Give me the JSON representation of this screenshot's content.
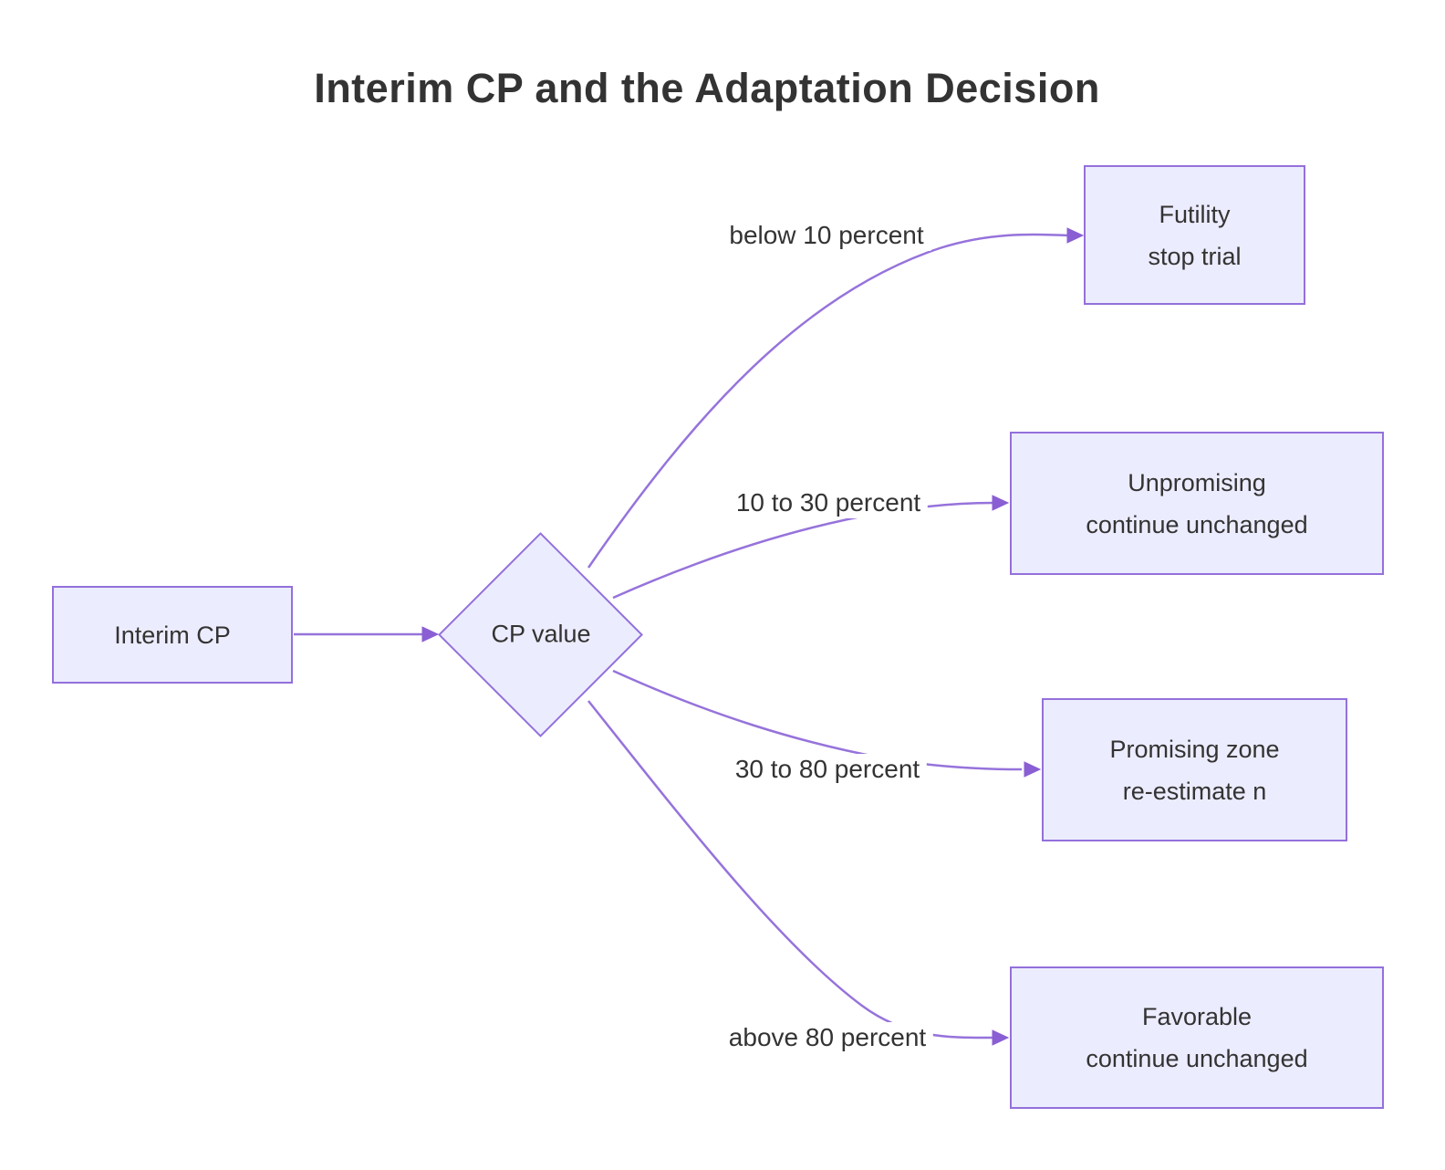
{
  "title": "Interim CP and the Adaptation Decision",
  "colors": {
    "node_fill": "#ECECFF",
    "node_border": "#9370DB",
    "edge_line": "#9673DB",
    "arrow_fill": "#8A5FD3",
    "text": "#333333",
    "label_bg": "#FFFFFF"
  },
  "nodes": {
    "interim": {
      "label": "Interim CP"
    },
    "decision": {
      "label": "CP value"
    },
    "futility": {
      "line1": "Futility",
      "line2": "stop trial"
    },
    "unpromising": {
      "line1": "Unpromising",
      "line2": "continue unchanged"
    },
    "promising": {
      "line1": "Promising zone",
      "line2": "re-estimate n"
    },
    "favorable": {
      "line1": "Favorable",
      "line2": "continue unchanged"
    }
  },
  "edges": {
    "to_futility": {
      "label": "below 10 percent"
    },
    "to_unpromising": {
      "label": "10 to 30 percent"
    },
    "to_promising": {
      "label": "30 to 80 percent"
    },
    "to_favorable": {
      "label": "above 80 percent"
    }
  }
}
